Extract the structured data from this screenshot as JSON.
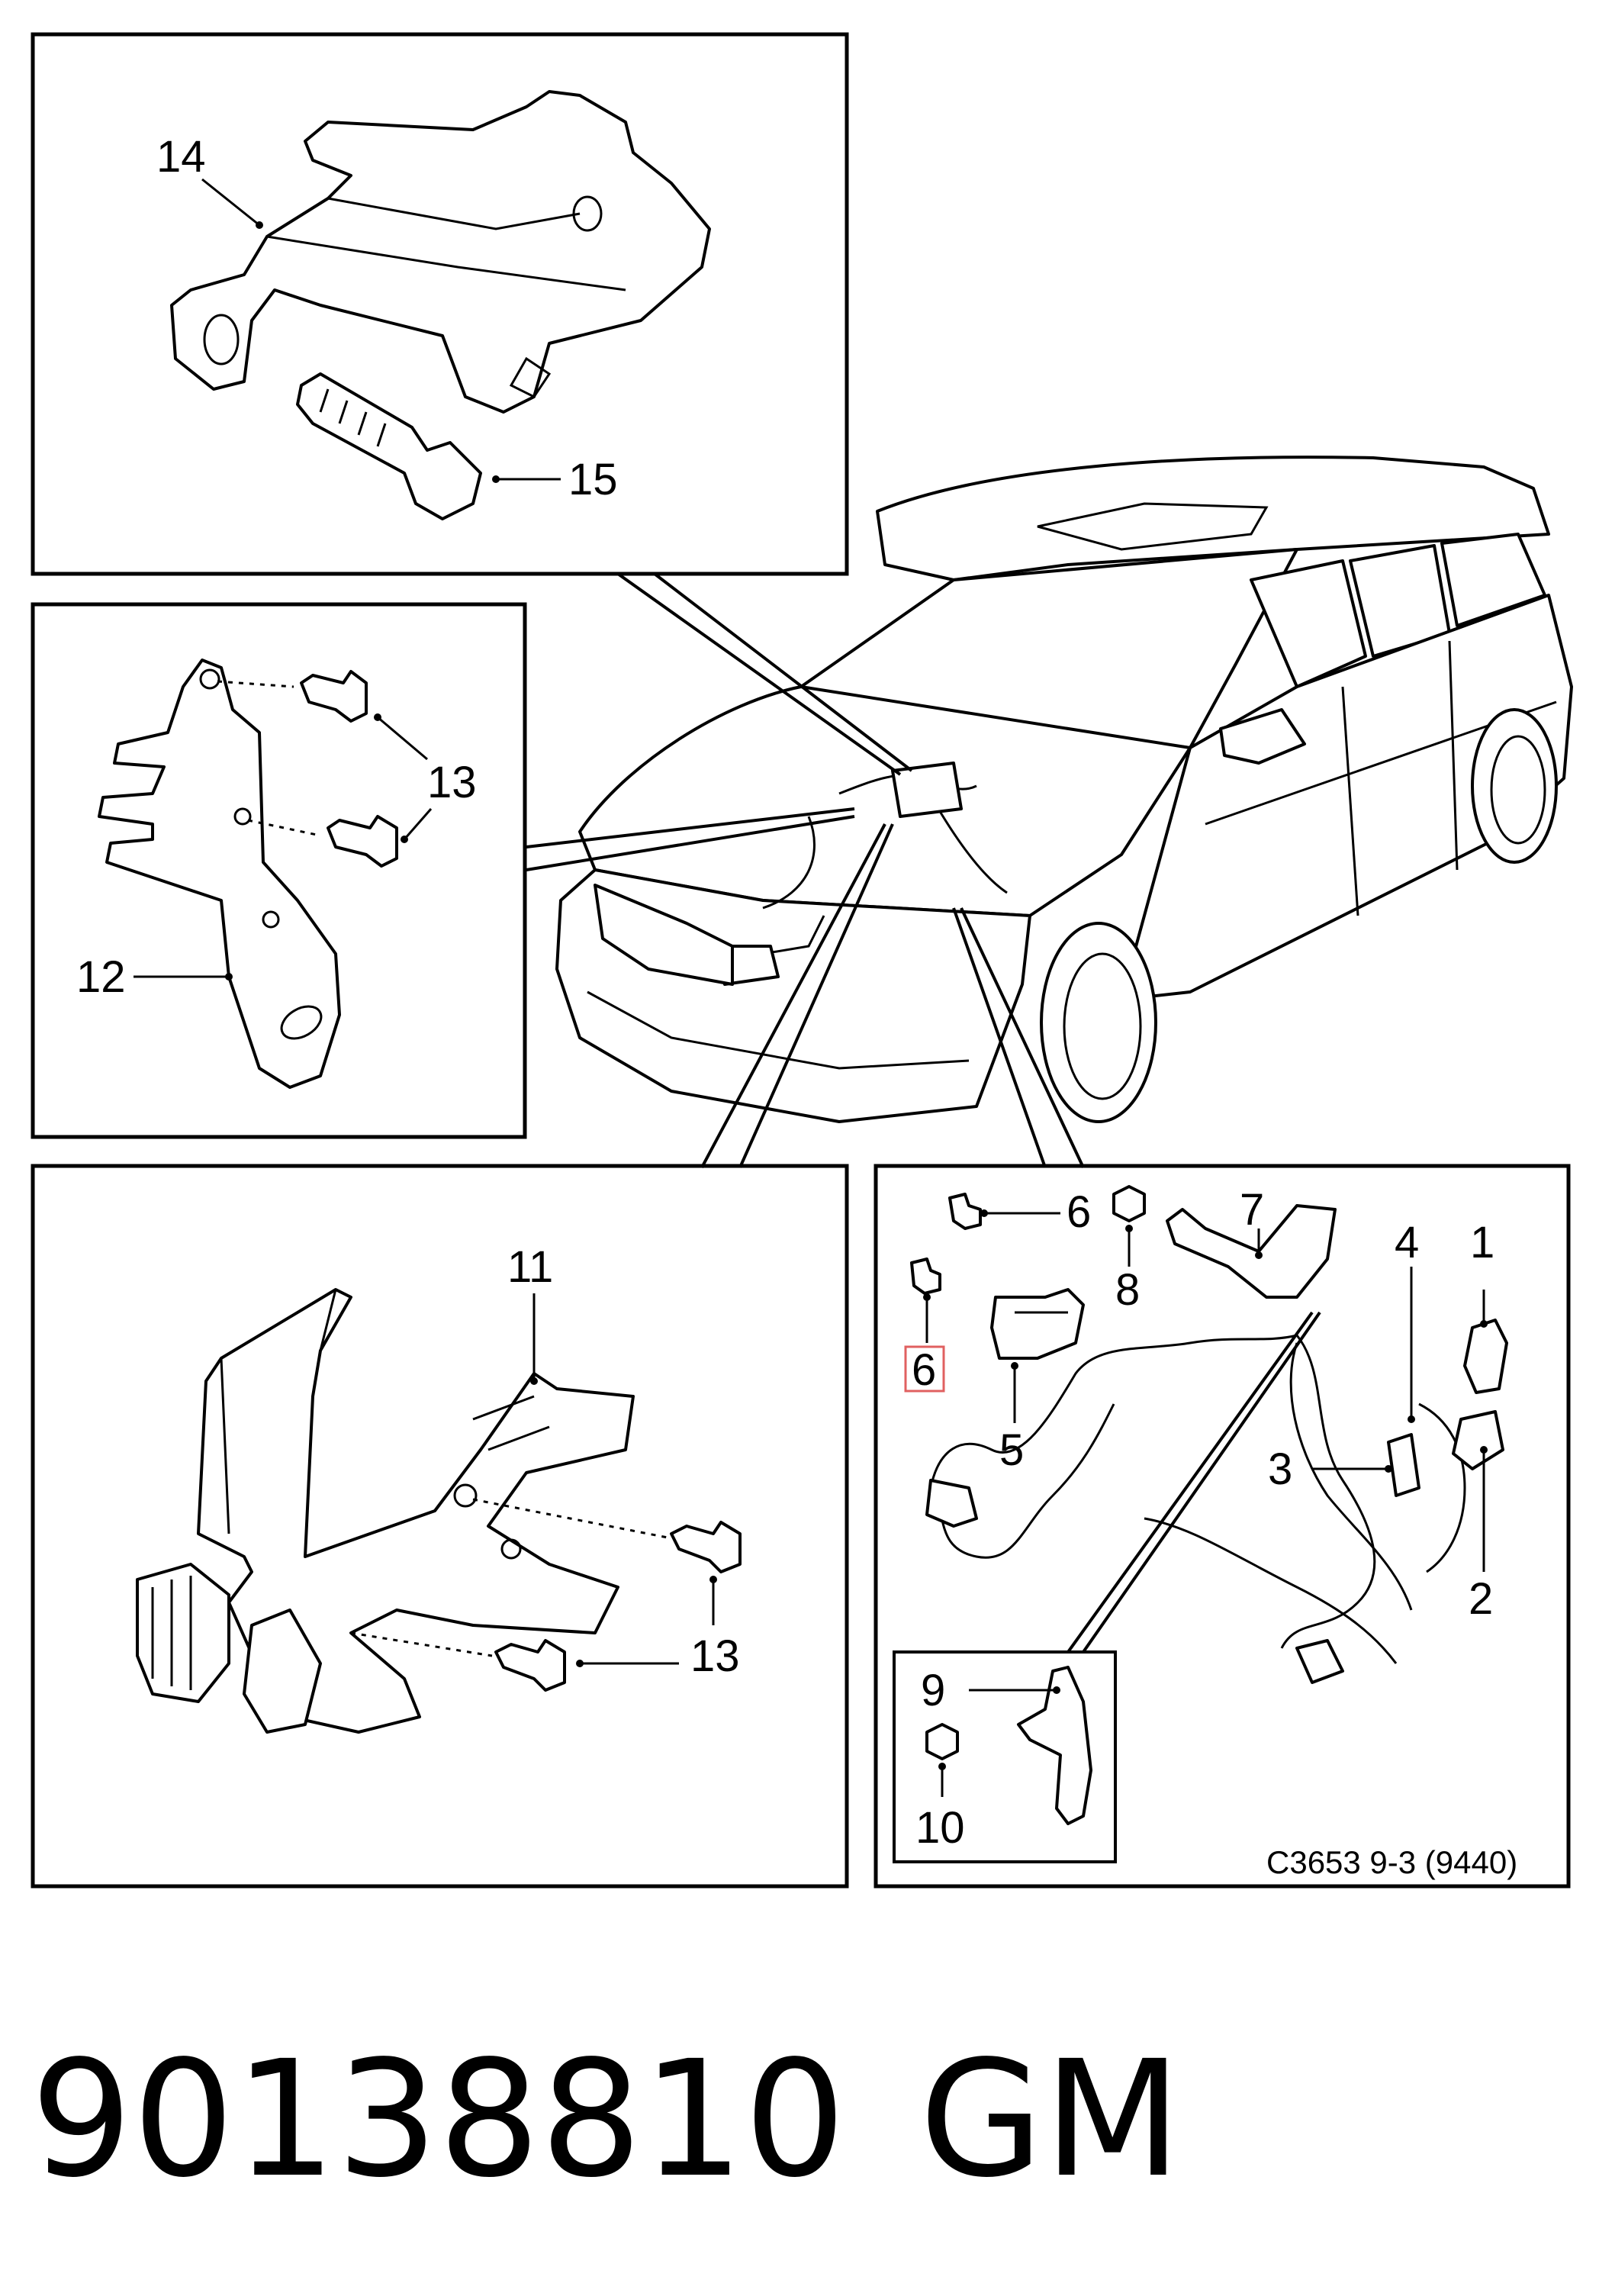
{
  "labels": {
    "l1": "1",
    "l2": "2",
    "l3": "3",
    "l4": "4",
    "l5": "5",
    "l6a": "6",
    "l6b": "6",
    "l7": "7",
    "l8": "8",
    "l9": "9",
    "l10": "10",
    "l11": "11",
    "l12": "12",
    "l13a": "13",
    "l13b": "13",
    "l13c": "13",
    "l14": "14",
    "l15": "15"
  },
  "caption": "C3653 9-3 (9440)",
  "footer": {
    "part_number": "90138810",
    "brand": "GM"
  },
  "colors": {
    "line": "#000000",
    "background": "#ffffff",
    "highlight_box": "#e06060"
  }
}
